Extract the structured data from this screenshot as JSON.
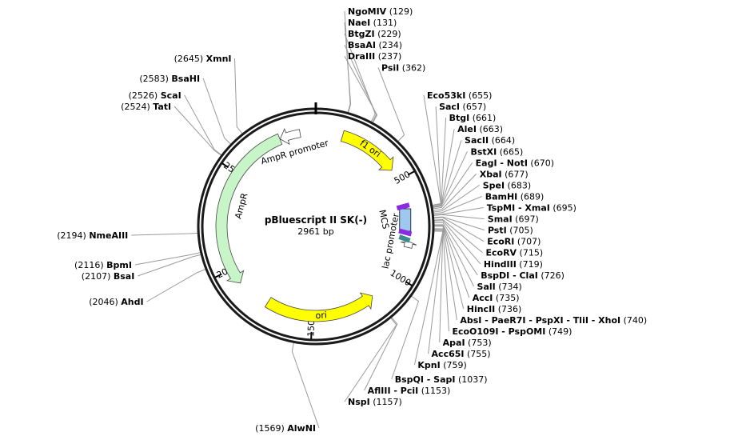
{
  "plasmid": {
    "name": "pBluescript II SK(-)",
    "size_label": "2961 bp",
    "length": 2961
  },
  "colors": {
    "backbone": "#1a1a1a",
    "leader_line": "#9a9a9a",
    "f1_ori": "#ffff00",
    "ori": "#ffff00",
    "AmpR": "#c8f5c8",
    "promoter": "#ffffff",
    "MCS": "#9ec8f0",
    "lac_operator": "#8a2be2",
    "lac_promoter_box": "#3c8c8c"
  },
  "features": [
    {
      "name": "f1 ori",
      "start": 135,
      "end": 441,
      "dir": 1,
      "color": "#ffff00",
      "label": "f1 ori"
    },
    {
      "name": "ori",
      "start": 1158,
      "end": 1746,
      "dir": -1,
      "color": "#ffff00",
      "label": "ori"
    },
    {
      "name": "AmpR",
      "start": 1917,
      "end": 2777,
      "dir": -1,
      "color": "#c8f5c8",
      "label": "AmpR"
    },
    {
      "name": "AmpR promoter",
      "start": 2778,
      "end": 2882,
      "dir": -1,
      "color": "#ffffff",
      "label": "AmpR promoter"
    },
    {
      "name": "lac promoter",
      "start": 816,
      "end": 846,
      "dir": -1,
      "color": "#ffffff",
      "label": "lac promoter"
    },
    {
      "name": "MCS",
      "start": 653,
      "end": 760,
      "dir": 1,
      "color": "#9ec8f0",
      "label": "MCS"
    }
  ],
  "ticks": [
    {
      "pos": 500,
      "label": "500"
    },
    {
      "pos": 1000,
      "label": "1000"
    },
    {
      "pos": 1500,
      "label": "1500"
    },
    {
      "pos": 2000,
      "label": "2000"
    },
    {
      "pos": 2500,
      "label": "2500"
    }
  ],
  "sites": [
    {
      "name": "NgoMIV",
      "pos": 129,
      "pos_label": "(129)",
      "side": "right"
    },
    {
      "name": "NaeI",
      "pos": 131,
      "pos_label": "(131)",
      "side": "right"
    },
    {
      "name": "BtgZI",
      "pos": 229,
      "pos_label": "(229)",
      "side": "right"
    },
    {
      "name": "BsaAI",
      "pos": 234,
      "pos_label": "(234)",
      "side": "right"
    },
    {
      "name": "DraIII",
      "pos": 237,
      "pos_label": "(237)",
      "side": "right"
    },
    {
      "name": "PsiI",
      "pos": 362,
      "pos_label": "(362)",
      "side": "right"
    },
    {
      "name": "Eco53kI",
      "pos": 655,
      "pos_label": "(655)",
      "side": "right"
    },
    {
      "name": "SacI",
      "pos": 657,
      "pos_label": "(657)",
      "side": "right"
    },
    {
      "name": "BtgI",
      "pos": 661,
      "pos_label": "(661)",
      "side": "right"
    },
    {
      "name": "AleI",
      "pos": 663,
      "pos_label": "(663)",
      "side": "right"
    },
    {
      "name": "SacII",
      "pos": 664,
      "pos_label": "(664)",
      "side": "right"
    },
    {
      "name": "BstXI",
      "pos": 665,
      "pos_label": "(665)",
      "side": "right"
    },
    {
      "name": "EagI - NotI",
      "pos": 670,
      "pos_label": "(670)",
      "side": "right"
    },
    {
      "name": "XbaI",
      "pos": 677,
      "pos_label": "(677)",
      "side": "right"
    },
    {
      "name": "SpeI",
      "pos": 683,
      "pos_label": "(683)",
      "side": "right"
    },
    {
      "name": "BamHI",
      "pos": 689,
      "pos_label": "(689)",
      "side": "right"
    },
    {
      "name": "TspMI - XmaI",
      "pos": 695,
      "pos_label": "(695)",
      "side": "right"
    },
    {
      "name": "SmaI",
      "pos": 697,
      "pos_label": "(697)",
      "side": "right"
    },
    {
      "name": "PstI",
      "pos": 705,
      "pos_label": "(705)",
      "side": "right"
    },
    {
      "name": "EcoRI",
      "pos": 707,
      "pos_label": "(707)",
      "side": "right"
    },
    {
      "name": "EcoRV",
      "pos": 715,
      "pos_label": "(715)",
      "side": "right"
    },
    {
      "name": "HindIII",
      "pos": 719,
      "pos_label": "(719)",
      "side": "right"
    },
    {
      "name": "BspDI - ClaI",
      "pos": 726,
      "pos_label": "(726)",
      "side": "right"
    },
    {
      "name": "SalI",
      "pos": 734,
      "pos_label": "(734)",
      "side": "right"
    },
    {
      "name": "AccI",
      "pos": 735,
      "pos_label": "(735)",
      "side": "right"
    },
    {
      "name": "HincII",
      "pos": 736,
      "pos_label": "(736)",
      "side": "right"
    },
    {
      "name": "AbsI - PaeR7I - PspXI - TliI - XhoI",
      "pos": 740,
      "pos_label": "(740)",
      "side": "right"
    },
    {
      "name": "EcoO109I - PspOMI",
      "pos": 749,
      "pos_label": "(749)",
      "side": "right"
    },
    {
      "name": "ApaI",
      "pos": 753,
      "pos_label": "(753)",
      "side": "right"
    },
    {
      "name": "Acc65I",
      "pos": 755,
      "pos_label": "(755)",
      "side": "right"
    },
    {
      "name": "KpnI",
      "pos": 759,
      "pos_label": "(759)",
      "side": "right"
    },
    {
      "name": "BspQI - SapI",
      "pos": 1037,
      "pos_label": "(1037)",
      "side": "right"
    },
    {
      "name": "AflIII - PciI",
      "pos": 1153,
      "pos_label": "(1153)",
      "side": "right"
    },
    {
      "name": "NspI",
      "pos": 1157,
      "pos_label": "(1157)",
      "side": "right"
    },
    {
      "name": "AlwNI",
      "pos": 1569,
      "pos_label": "(1569)",
      "side": "left"
    },
    {
      "name": "AhdI",
      "pos": 2046,
      "pos_label": "(2046)",
      "side": "left"
    },
    {
      "name": "BsaI",
      "pos": 2107,
      "pos_label": "(2107)",
      "side": "left"
    },
    {
      "name": "BpmI",
      "pos": 2116,
      "pos_label": "(2116)",
      "side": "left"
    },
    {
      "name": "NmeAIII",
      "pos": 2194,
      "pos_label": "(2194)",
      "side": "left"
    },
    {
      "name": "TatI",
      "pos": 2524,
      "pos_label": "(2524)",
      "side": "left"
    },
    {
      "name": "ScaI",
      "pos": 2526,
      "pos_label": "(2526)",
      "side": "left"
    },
    {
      "name": "BsaHI",
      "pos": 2583,
      "pos_label": "(2583)",
      "side": "left"
    },
    {
      "name": "XmnI",
      "pos": 2645,
      "pos_label": "(2645)",
      "side": "left"
    }
  ]
}
